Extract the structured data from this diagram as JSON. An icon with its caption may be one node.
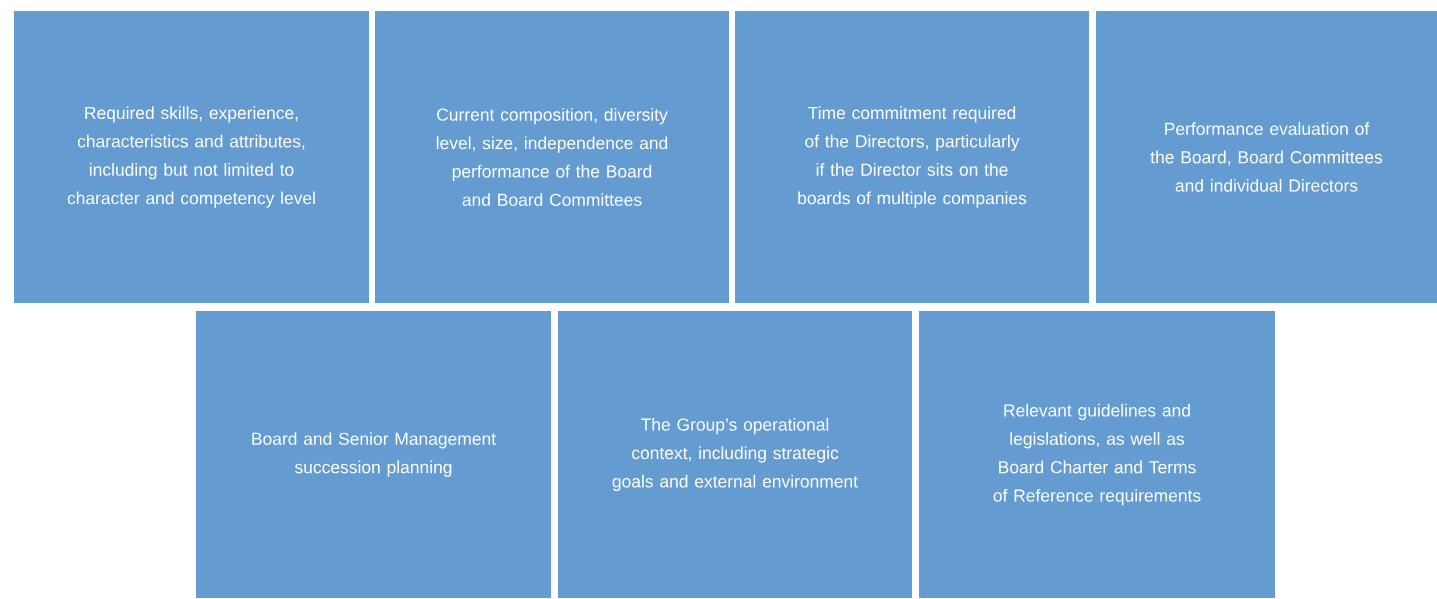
{
  "diagram": {
    "nodes": [
      {
        "text": [
          "Required skills, experience, characteristics and attributes, including but not limited to character and competency level"
        ]
      },
      {
        "text": [
          "Current composition, diversity level, size, independence and performance of the Board and Board Committees"
        ]
      },
      {
        "text": [
          "Time commitment required of the Directors, particularly if the Director sits on the boards of multiple companies"
        ]
      },
      {
        "text": [
          "Performance evaluation of the Board, Board Committees and individual Directors"
        ]
      },
      {
        "text": [
          "Board and Senior Management succession planning"
        ]
      },
      {
        "text": [
          "The Group’s operational context, including strategic goals and external environment"
        ]
      },
      {
        "text": [
          "Relevant guidelines and legislations, as well as Board Charter and Terms of Reference requirements"
        ]
      }
    ]
  }
}
